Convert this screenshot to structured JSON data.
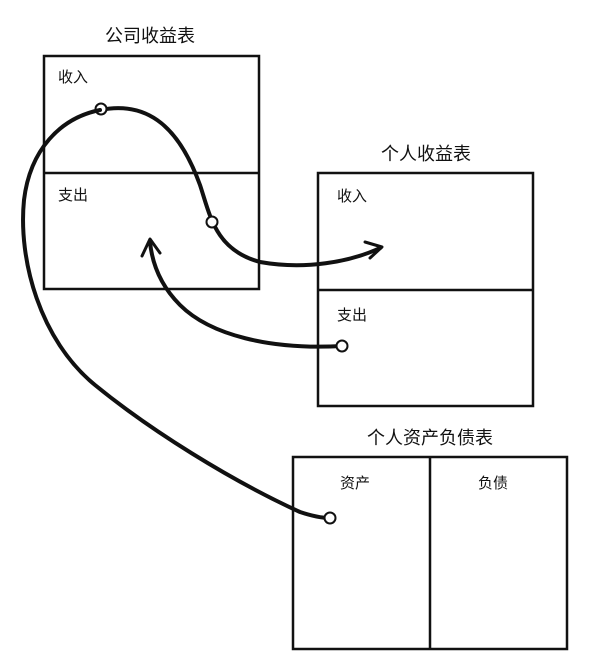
{
  "company_income_statement": {
    "title": "公司收益表",
    "income_label": "收入",
    "expense_label": "支出"
  },
  "personal_income_statement": {
    "title": "个人收益表",
    "income_label": "收入",
    "expense_label": "支出"
  },
  "personal_balance_sheet": {
    "title": "个人资产负债表",
    "assets_label": "资产",
    "liabilities_label": "负债"
  },
  "colors": {
    "ink": "#111111",
    "background": "#ffffff"
  }
}
